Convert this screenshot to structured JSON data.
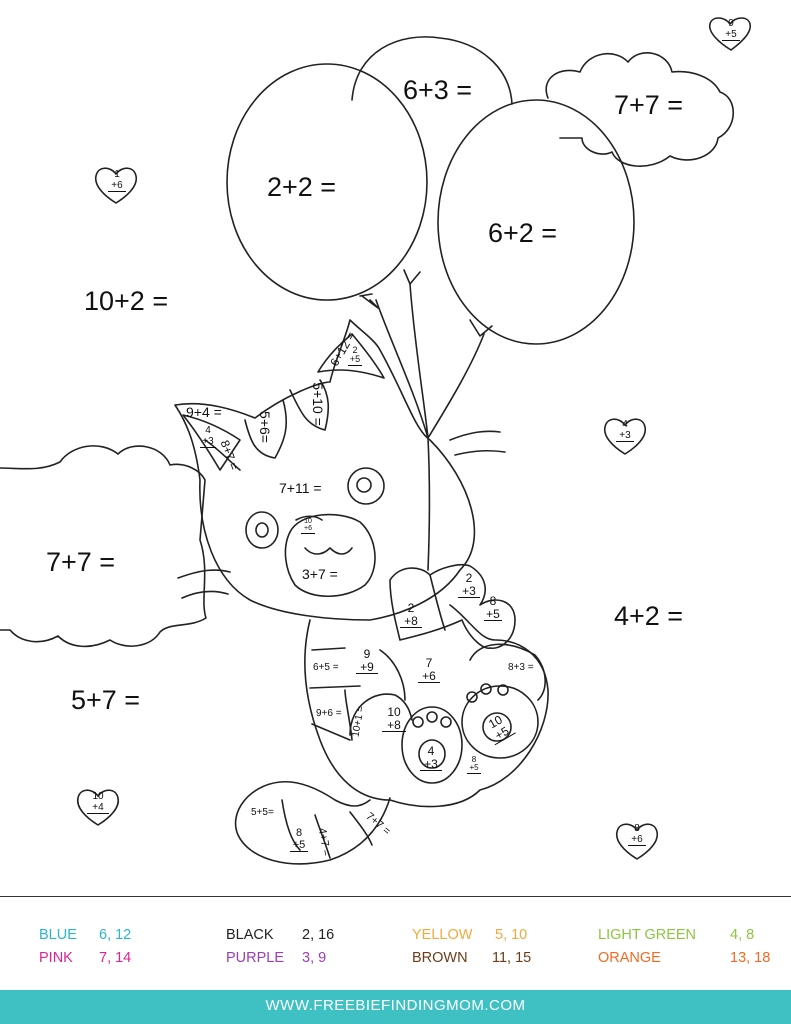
{
  "balloons": [
    {
      "text": "6+3 ="
    },
    {
      "text": "2+2 ="
    },
    {
      "text": "6+2 ="
    }
  ],
  "clouds": [
    {
      "text": "7+7 ="
    },
    {
      "text": "7+7 ="
    }
  ],
  "free_equations": [
    "10+2 =",
    "5+7 =",
    "4+2 ="
  ],
  "hearts": [
    {
      "top": "9",
      "bottom": "+5"
    },
    {
      "top": "1",
      "bottom": "+6"
    },
    {
      "top": "4",
      "bottom": "+3"
    },
    {
      "top": "10",
      "bottom": "+4"
    },
    {
      "top": "8",
      "bottom": "+6"
    }
  ],
  "cat": {
    "ear_left_label": "9+4 =",
    "ear_left_stack": {
      "top": "4",
      "bottom": "+3"
    },
    "stripe_a": "8+7 =",
    "stripe_b": "5+6=",
    "stripe_c": "5+10 =",
    "ear_right_label": "6+12 =",
    "ear_right_stack": {
      "top": "2",
      "bottom": "+5"
    },
    "forehead": "7+11 =",
    "nose_stack": {
      "top": "10",
      "bottom": "+6"
    },
    "mouth": "3+7 =",
    "bow_right": {
      "top": "2",
      "bottom": "+3"
    },
    "bow_far": {
      "top": "8",
      "bottom": "+5"
    },
    "bow_left": {
      "top": "2",
      "bottom": "+8"
    },
    "body_a": {
      "top": "9",
      "bottom": "+9"
    },
    "body_b": {
      "top": "7",
      "bottom": "+6"
    },
    "leg_stripe_a": "6+5 =",
    "leg_stripe_b": "9+6 =",
    "leg_stripe_c": "10+1 =",
    "leg_c": {
      "top": "10",
      "bottom": "+8"
    },
    "paw_left": {
      "top": "4",
      "bottom": "+3"
    },
    "paw_small": {
      "top": "8",
      "bottom": "+5"
    },
    "leg_right_label": "8+3 =",
    "paw_right": {
      "top": "10",
      "bottom": "+5"
    },
    "tail_a": "5+5=",
    "tail_b": {
      "top": "8",
      "bottom": "+5"
    },
    "tail_c": "4+7 =",
    "tail_d": "7+7 ="
  },
  "legend": [
    {
      "color_name": "BLUE",
      "values": "6, 12",
      "hex": "#29b6d0"
    },
    {
      "color_name": "PINK",
      "values": "7, 14",
      "hex": "#e0238f"
    },
    {
      "color_name": "BLACK",
      "values": "2, 16",
      "hex": "#222222"
    },
    {
      "color_name": "PURPLE",
      "values": "3, 9",
      "hex": "#9b3fb5"
    },
    {
      "color_name": "YELLOW",
      "values": "5, 10",
      "hex": "#f2a93b"
    },
    {
      "color_name": "BROWN",
      "values": "11, 15",
      "hex": "#6b3d1a"
    },
    {
      "color_name": "LIGHT GREEN",
      "values": "4, 8",
      "hex": "#8cc63f"
    },
    {
      "color_name": "ORANGE",
      "values": "13, 18",
      "hex": "#f26a21"
    }
  ],
  "footer": {
    "url": "WWW.FREEBIEFINDINGMOM.COM",
    "bg": "#3fc1c4"
  }
}
